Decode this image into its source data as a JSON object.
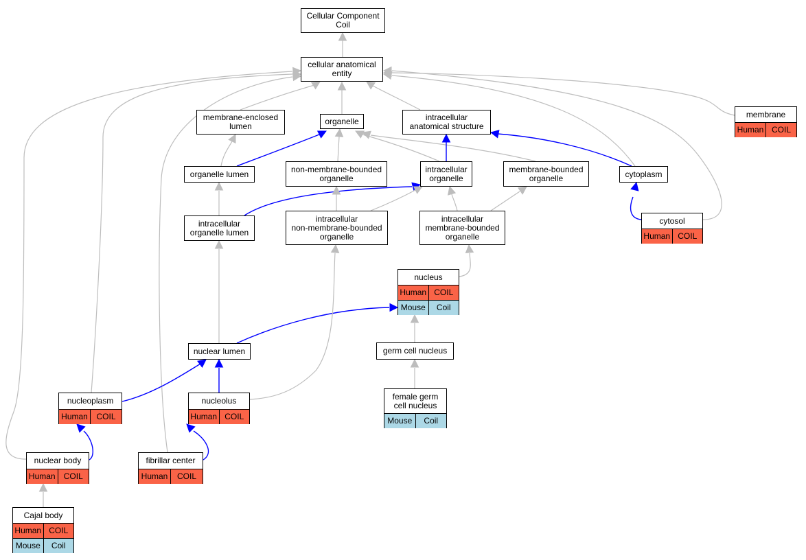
{
  "diagram": {
    "colors": {
      "is_a_edge": "#bdbdbd",
      "part_of_edge": "#0000ff",
      "human_cell": "#fa6347",
      "mouse_cell": "#acd8e6"
    },
    "nodes": {
      "cellular_component_coil": {
        "label": "Cellular Component\nCoil"
      },
      "cellular_anatomical_entity": {
        "label": "cellular anatomical\nentity"
      },
      "membrane_enclosed_lumen": {
        "label": "membrane-enclosed\nlumen"
      },
      "organelle": {
        "label": "organelle"
      },
      "intracellular_anatomical_structure": {
        "label": "intracellular\nanatomical structure"
      },
      "membrane": {
        "label": "membrane",
        "annotations": [
          [
            "Human",
            "COIL"
          ]
        ]
      },
      "organelle_lumen": {
        "label": "organelle lumen"
      },
      "non_membrane_bounded_organelle": {
        "label": "non-membrane-bounded\norganelle"
      },
      "intracellular_organelle": {
        "label": "intracellular\norganelle"
      },
      "membrane_bounded_organelle": {
        "label": "membrane-bounded\norganelle"
      },
      "cytoplasm": {
        "label": "cytoplasm"
      },
      "intracellular_organelle_lumen": {
        "label": "intracellular\norganelle lumen"
      },
      "intracellular_non_membrane_bounded_organelle": {
        "label": "intracellular\nnon-membrane-bounded\norganelle"
      },
      "intracellular_membrane_bounded_organelle": {
        "label": "intracellular\nmembrane-bounded\norganelle"
      },
      "cytosol": {
        "label": "cytosol",
        "annotations": [
          [
            "Human",
            "COIL"
          ]
        ]
      },
      "nucleus": {
        "label": "nucleus",
        "annotations": [
          [
            "Human",
            "COIL"
          ],
          [
            "Mouse",
            "Coil"
          ]
        ]
      },
      "nuclear_lumen": {
        "label": "nuclear lumen"
      },
      "germ_cell_nucleus": {
        "label": "germ cell nucleus"
      },
      "nucleoplasm": {
        "label": "nucleoplasm",
        "annotations": [
          [
            "Human",
            "COIL"
          ]
        ]
      },
      "nucleolus": {
        "label": "nucleolus",
        "annotations": [
          [
            "Human",
            "COIL"
          ]
        ]
      },
      "female_germ_cell_nucleus": {
        "label": "female germ\ncell nucleus",
        "annotations": [
          [
            "Mouse",
            "Coil"
          ]
        ]
      },
      "nuclear_body": {
        "label": "nuclear body",
        "annotations": [
          [
            "Human",
            "COIL"
          ]
        ]
      },
      "fibrillar_center": {
        "label": "fibrillar center",
        "annotations": [
          [
            "Human",
            "COIL"
          ]
        ]
      },
      "cajal_body": {
        "label": "Cajal body",
        "annotations": [
          [
            "Human",
            "COIL"
          ],
          [
            "Mouse",
            "Coil"
          ]
        ]
      }
    },
    "edges": [
      {
        "from": "cellular_anatomical_entity",
        "to": "cellular_component_coil",
        "type": "is_a"
      },
      {
        "from": "membrane_enclosed_lumen",
        "to": "cellular_anatomical_entity",
        "type": "is_a"
      },
      {
        "from": "organelle",
        "to": "cellular_anatomical_entity",
        "type": "is_a"
      },
      {
        "from": "intracellular_anatomical_structure",
        "to": "cellular_anatomical_entity",
        "type": "is_a"
      },
      {
        "from": "membrane",
        "to": "cellular_anatomical_entity",
        "type": "is_a"
      },
      {
        "from": "cytoplasm",
        "to": "cellular_anatomical_entity",
        "type": "is_a"
      },
      {
        "from": "cytosol",
        "to": "cellular_anatomical_entity",
        "type": "is_a"
      },
      {
        "from": "fibrillar_center",
        "to": "cellular_anatomical_entity",
        "type": "is_a"
      },
      {
        "from": "nucleoplasm",
        "to": "cellular_anatomical_entity",
        "type": "is_a"
      },
      {
        "from": "nuclear_body",
        "to": "cellular_anatomical_entity",
        "type": "is_a"
      },
      {
        "from": "organelle_lumen",
        "to": "membrane_enclosed_lumen",
        "type": "is_a"
      },
      {
        "from": "organelle_lumen",
        "to": "organelle",
        "type": "part_of"
      },
      {
        "from": "non_membrane_bounded_organelle",
        "to": "organelle",
        "type": "is_a"
      },
      {
        "from": "intracellular_organelle",
        "to": "organelle",
        "type": "is_a"
      },
      {
        "from": "membrane_bounded_organelle",
        "to": "organelle",
        "type": "is_a"
      },
      {
        "from": "intracellular_organelle",
        "to": "intracellular_anatomical_structure",
        "type": "part_of"
      },
      {
        "from": "cytoplasm",
        "to": "intracellular_anatomical_structure",
        "type": "part_of"
      },
      {
        "from": "cytosol",
        "to": "cytoplasm",
        "type": "part_of"
      },
      {
        "from": "intracellular_organelle_lumen",
        "to": "organelle_lumen",
        "type": "is_a"
      },
      {
        "from": "intracellular_organelle_lumen",
        "to": "intracellular_organelle",
        "type": "part_of"
      },
      {
        "from": "intracellular_non_membrane_bounded_organelle",
        "to": "non_membrane_bounded_organelle",
        "type": "is_a"
      },
      {
        "from": "intracellular_non_membrane_bounded_organelle",
        "to": "intracellular_organelle",
        "type": "is_a"
      },
      {
        "from": "intracellular_membrane_bounded_organelle",
        "to": "intracellular_organelle",
        "type": "is_a"
      },
      {
        "from": "intracellular_membrane_bounded_organelle",
        "to": "membrane_bounded_organelle",
        "type": "is_a"
      },
      {
        "from": "nucleus",
        "to": "intracellular_membrane_bounded_organelle",
        "type": "is_a"
      },
      {
        "from": "nuclear_lumen",
        "to": "intracellular_organelle_lumen",
        "type": "is_a"
      },
      {
        "from": "nuclear_lumen",
        "to": "nucleus",
        "type": "part_of"
      },
      {
        "from": "germ_cell_nucleus",
        "to": "nucleus",
        "type": "is_a"
      },
      {
        "from": "female_germ_cell_nucleus",
        "to": "germ_cell_nucleus",
        "type": "is_a"
      },
      {
        "from": "nucleoplasm",
        "to": "nuclear_lumen",
        "type": "part_of"
      },
      {
        "from": "nucleolus",
        "to": "nuclear_lumen",
        "type": "part_of"
      },
      {
        "from": "nucleolus",
        "to": "intracellular_non_membrane_bounded_organelle",
        "type": "is_a"
      },
      {
        "from": "nuclear_body",
        "to": "nucleoplasm",
        "type": "part_of"
      },
      {
        "from": "fibrillar_center",
        "to": "nucleolus",
        "type": "part_of"
      },
      {
        "from": "cajal_body",
        "to": "nuclear_body",
        "type": "is_a"
      }
    ]
  }
}
